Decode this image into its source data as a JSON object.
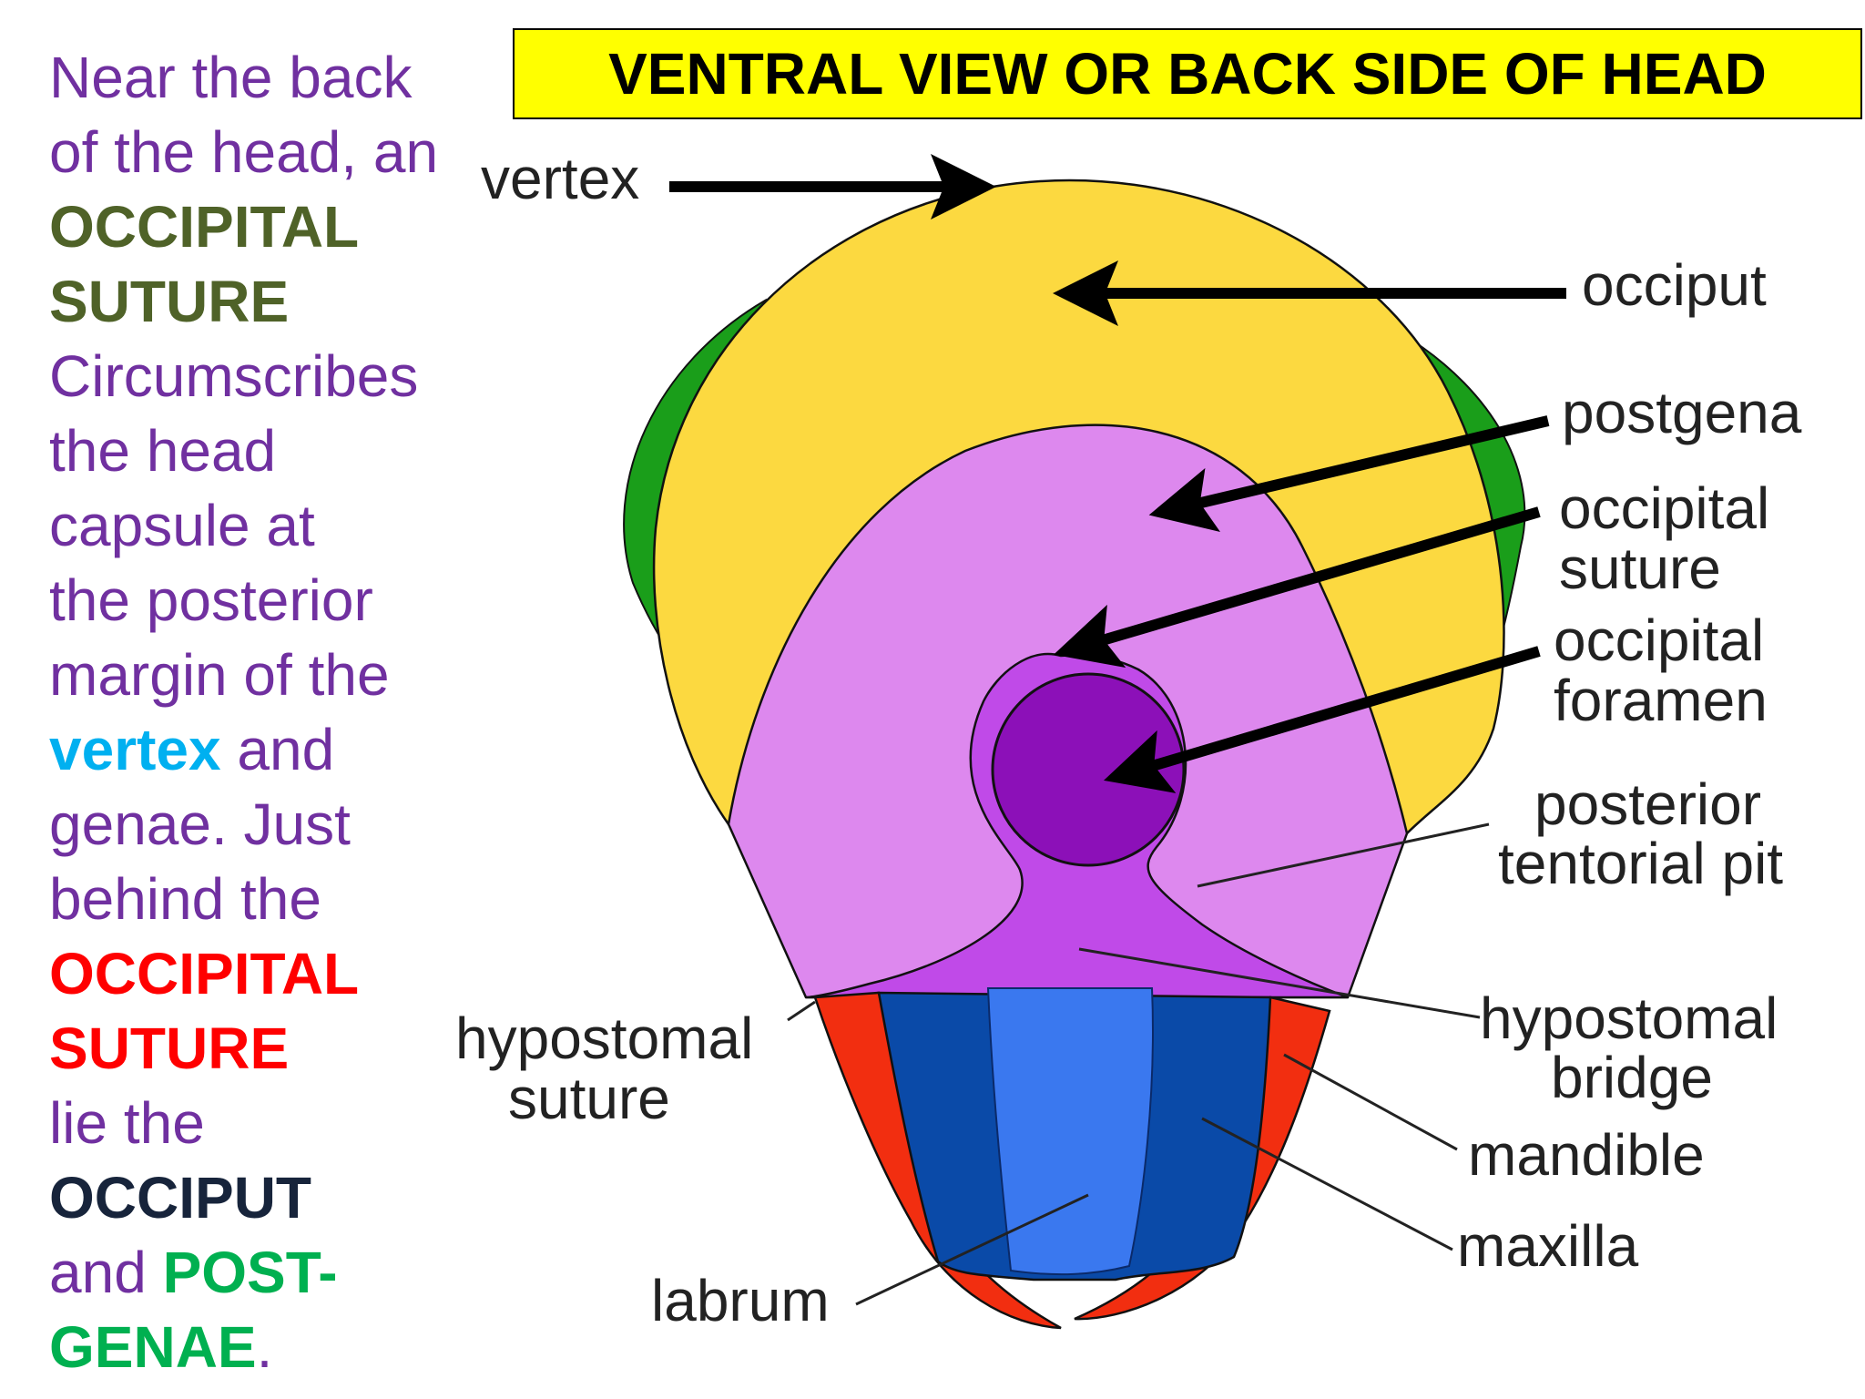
{
  "title": "VENTRAL VIEW OR BACK SIDE OF HEAD",
  "side_text": {
    "l1": "Near the back",
    "l2": "of the head, an",
    "l3": "OCCIPITAL",
    "l4": "SUTURE",
    "l5": "Circumscribes",
    "l6": "the head",
    "l7": "capsule at",
    "l8": "the posterior",
    "l9": "margin of the",
    "l10a": "vertex",
    "l10b": " and",
    "l11": "genae.  Just",
    "l12": "behind the",
    "l13": "OCCIPITAL",
    "l14": "SUTURE",
    "l15": "lie the",
    "l16": "OCCIPUT",
    "l17a": "and ",
    "l17b": "POST-",
    "l18a": "GENAE",
    "l18b": "."
  },
  "labels": {
    "vertex": "vertex",
    "occiput": "occiput",
    "postgena": "postgena",
    "occipital_suture_1": "occipital",
    "occipital_suture_2": "suture",
    "occipital_foramen_1": "occipital",
    "occipital_foramen_2": "foramen",
    "posterior_tentorial_pit_1": "posterior",
    "posterior_tentorial_pit_2": "tentorial pit",
    "hypostomal_suture_1": "hypostomal",
    "hypostomal_suture_2": "suture",
    "hypostomal_bridge_1": "hypostomal",
    "hypostomal_bridge_2": "bridge",
    "mandible": "mandible",
    "maxilla": "maxilla",
    "labrum": "labrum"
  },
  "colors": {
    "banner": "#ffff00",
    "occiput": "#fcd940",
    "postgena": "#1a9e1a",
    "gena_region": "#dd88ee",
    "foramen_ring": "#c04ae8",
    "foramen": "#8c10b8",
    "mandible": "#f22e10",
    "maxilla": "#0a4aa8",
    "labrum": "#3a78ef"
  }
}
